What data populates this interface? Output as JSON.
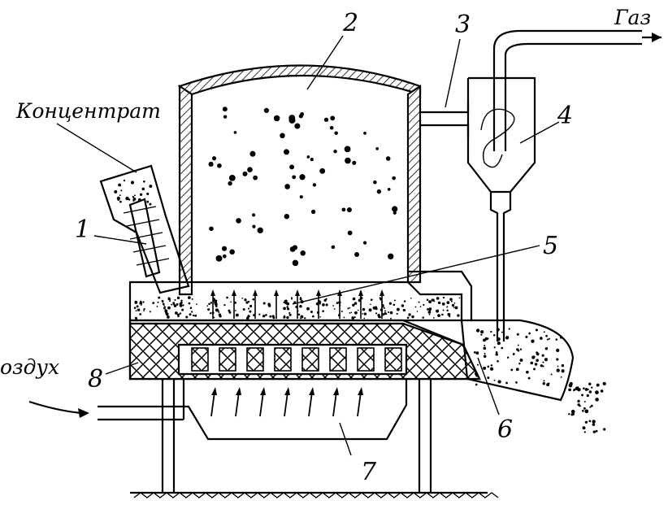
{
  "labels": {
    "concentrate": "Концентрат",
    "gas": "Газ",
    "air": "оздух",
    "n1": "1",
    "n2": "2",
    "n3": "3",
    "n4": "4",
    "n5": "5",
    "n6": "6",
    "n7": "7",
    "n8": "8"
  }
}
